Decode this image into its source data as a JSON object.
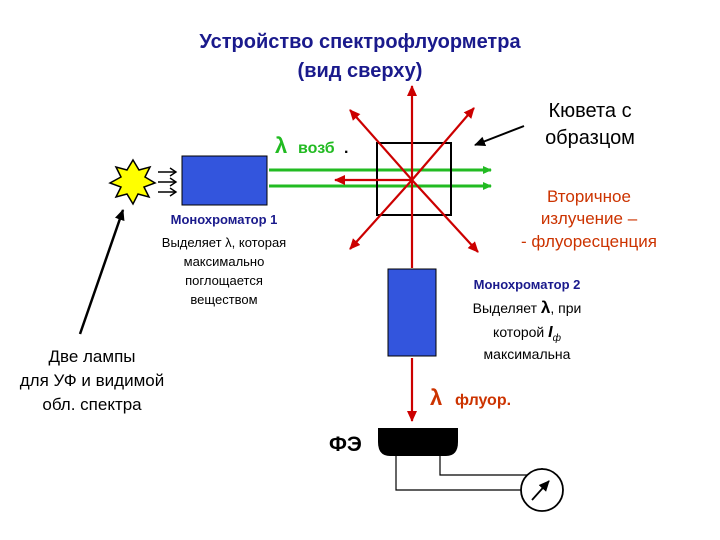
{
  "title": {
    "line1": "Устройство спектрофлуорметра",
    "line2": "(вид сверху)"
  },
  "lamps": {
    "line1": "Две лампы",
    "line2": "для УФ и видимой",
    "line3": "обл. спектра"
  },
  "monochromator1": {
    "name": "Монохроматор 1",
    "line1": "Выделяет λ, которая",
    "line2": "максимально",
    "line3": "поглощается",
    "line4": "веществом"
  },
  "excitation": {
    "symbol": "λ",
    "label": "возб",
    "dot": "."
  },
  "cuvette": {
    "line1": "Кювета с",
    "line2": "образцом"
  },
  "secondary": {
    "line1": "Вторичное",
    "line2": "излучение –",
    "line3": "- флуоресценция"
  },
  "monochromator2": {
    "name": "Монохроматор 2",
    "line1_a": "Выделяет ",
    "line1_sym": "λ",
    "line1_b": ",  при",
    "line2_a": "которой ",
    "line2_I": "I",
    "line2_sub": "ф",
    "line3": "максимальна"
  },
  "emission": {
    "symbol": "λ",
    "label": "флуор."
  },
  "detector": {
    "label": "ФЭ"
  },
  "colors": {
    "beam_green": "#22bb22",
    "scatter_red": "#cc0000",
    "mono_blue": "#3355dd",
    "title_blue": "#1a1a8c",
    "label_orange": "#cc3300",
    "lamp_yellow": "#ffff00"
  }
}
